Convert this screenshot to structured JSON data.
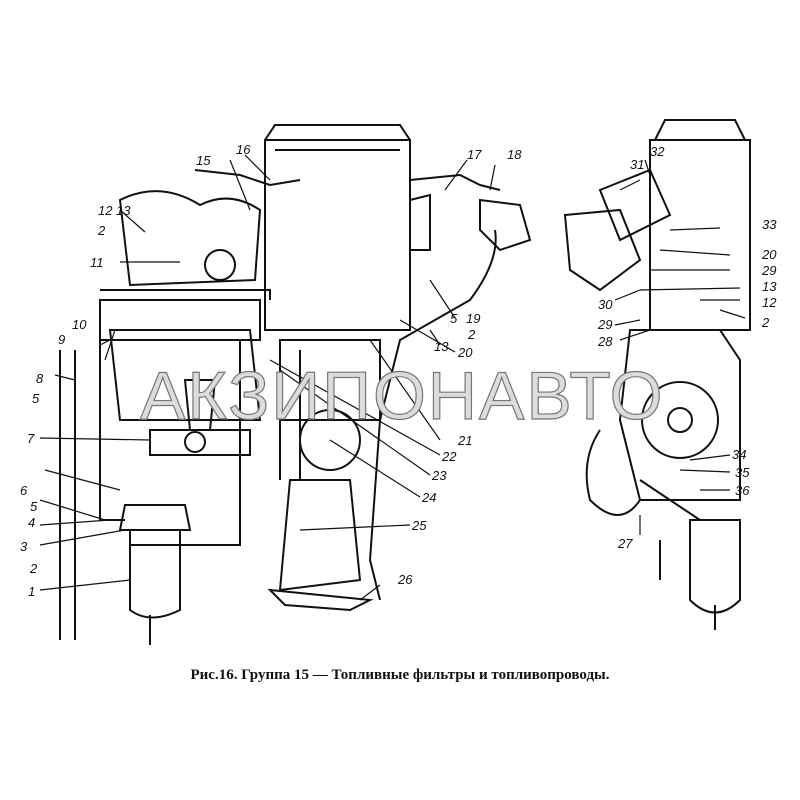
{
  "caption": "Рис.16. Группа 15 — Топливные фильтры и топливопроводы.",
  "watermark": "АКЗИПОНАВТО",
  "labels": [
    "1",
    "2",
    "3",
    "4",
    "5",
    "6",
    "7",
    "8",
    "5",
    "9",
    "10",
    "11",
    "2",
    "12 13",
    "15",
    "16",
    "17",
    "18",
    "5",
    "19",
    "2",
    "13",
    "20",
    "21",
    "22",
    "23",
    "24",
    "25",
    "26",
    "31",
    "32",
    "33",
    "20",
    "29",
    "13",
    "12",
    "30",
    "29",
    "2",
    "28",
    "34",
    "35",
    "36",
    "27"
  ]
}
